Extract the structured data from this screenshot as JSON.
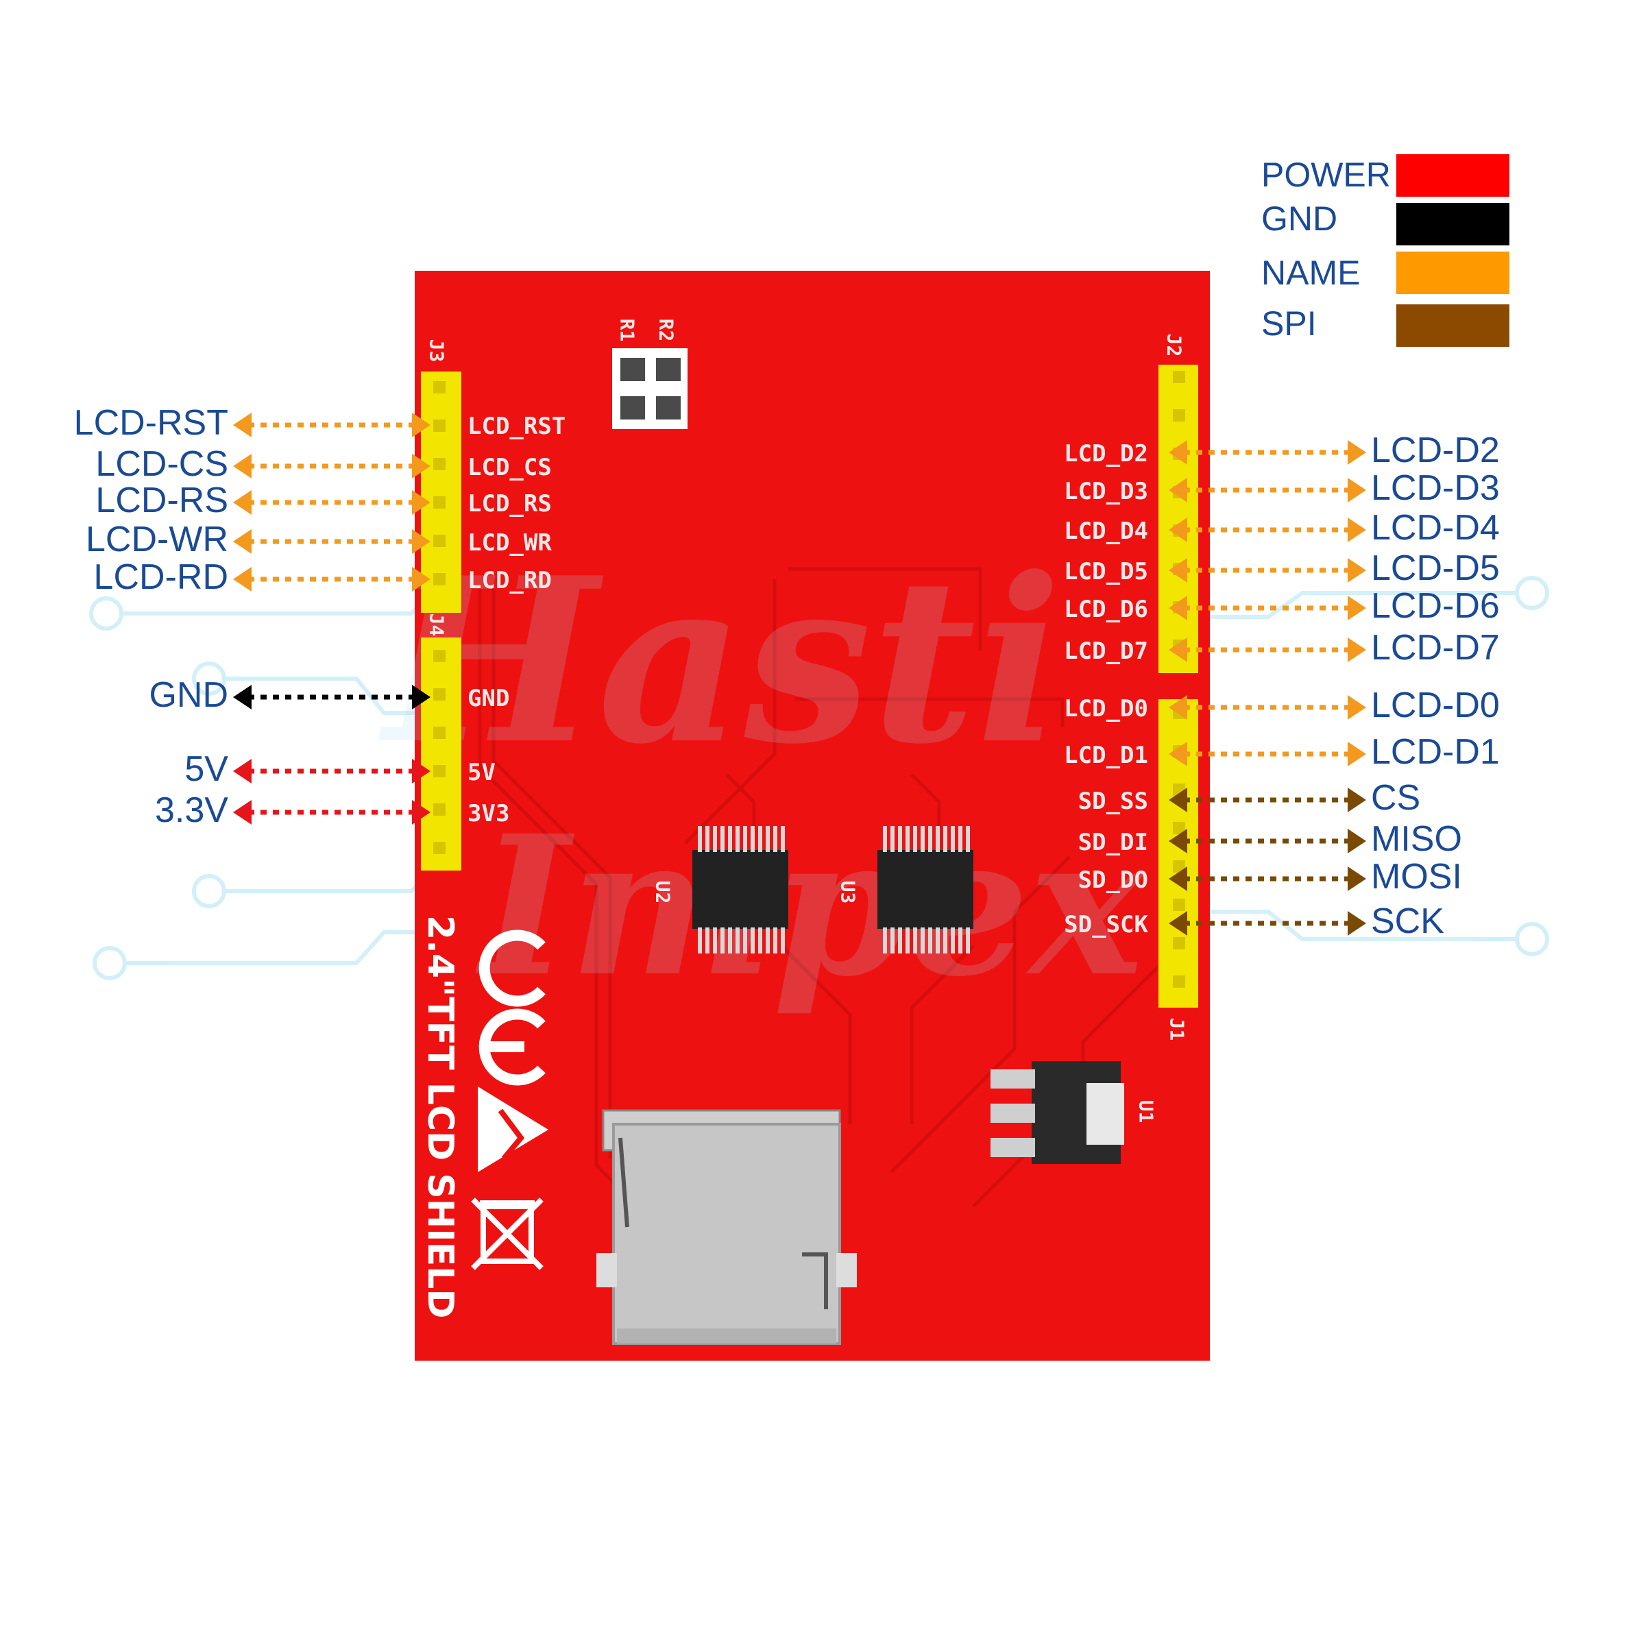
{
  "legend": [
    {
      "label": "POWER",
      "color": "#ff0000"
    },
    {
      "label": "GND",
      "color": "#000000"
    },
    {
      "label": "NAME",
      "color": "#ff9900"
    },
    {
      "label": "SPI",
      "color": "#8b4a00"
    }
  ],
  "colors": {
    "board": "#ee1111",
    "header": "#f2e600",
    "name_arrow": "#f39a1e",
    "power_arrow": "#e8141b",
    "gnd_arrow": "#000000",
    "spi_arrow": "#7a4a05",
    "label_text": "#1a4a96"
  },
  "board": {
    "title": "2.4\"TFT LCD SHIELD",
    "header_refs": [
      "J3",
      "J4",
      "J2",
      "J1"
    ],
    "component_refs": [
      "R1",
      "R2",
      "U1",
      "U2",
      "U3"
    ]
  },
  "left_pins": [
    {
      "label": "LCD-RST",
      "silk": "LCD_RST",
      "type": "name"
    },
    {
      "label": "LCD-CS",
      "silk": "LCD_CS",
      "type": "name"
    },
    {
      "label": "LCD-RS",
      "silk": "LCD_RS",
      "type": "name"
    },
    {
      "label": "LCD-WR",
      "silk": "LCD_WR",
      "type": "name"
    },
    {
      "label": "LCD-RD",
      "silk": "LCD_RD",
      "type": "name"
    },
    {
      "label": "GND",
      "silk": "GND",
      "type": "gnd"
    },
    {
      "label": "5V",
      "silk": "5V",
      "type": "power"
    },
    {
      "label": "3.3V",
      "silk": "3V3",
      "type": "power"
    }
  ],
  "right_pins": [
    {
      "label": "LCD-D2",
      "silk": "LCD_D2",
      "type": "name"
    },
    {
      "label": "LCD-D3",
      "silk": "LCD_D3",
      "type": "name"
    },
    {
      "label": "LCD-D4",
      "silk": "LCD_D4",
      "type": "name"
    },
    {
      "label": "LCD-D5",
      "silk": "LCD_D5",
      "type": "name"
    },
    {
      "label": "LCD-D6",
      "silk": "LCD_D6",
      "type": "name"
    },
    {
      "label": "LCD-D7",
      "silk": "LCD_D7",
      "type": "name"
    },
    {
      "label": "LCD-D0",
      "silk": "LCD_D0",
      "type": "name"
    },
    {
      "label": "LCD-D1",
      "silk": "LCD_D1",
      "type": "name"
    },
    {
      "label": "CS",
      "silk": "SD_SS",
      "type": "spi"
    },
    {
      "label": "MISO",
      "silk": "SD_DI",
      "type": "spi"
    },
    {
      "label": "MOSI",
      "silk": "SD_DO",
      "type": "spi"
    },
    {
      "label": "SCK",
      "silk": "SD_SCK",
      "type": "spi"
    }
  ]
}
